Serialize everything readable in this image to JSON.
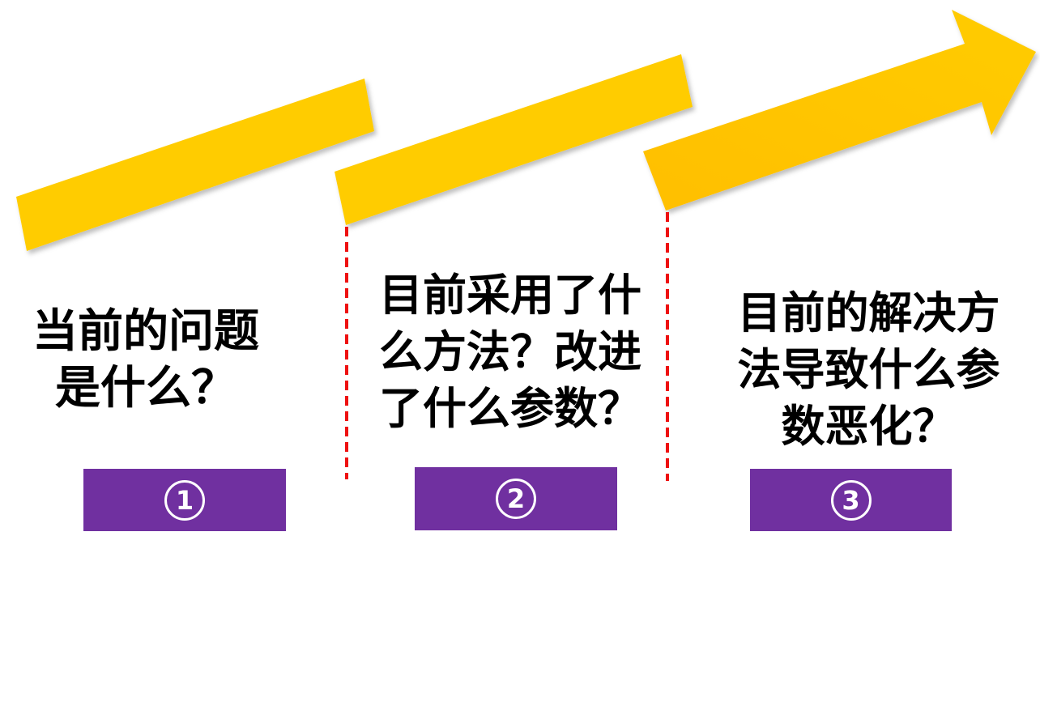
{
  "steps": [
    {
      "question": "当前的问题\n是什么？",
      "number": "1"
    },
    {
      "question": "目前采用了什\n么方法？改进\n了什么参数？",
      "number": "2"
    },
    {
      "question": "目前的解决方\n法导致什么参\n数恶化？",
      "number": "3"
    }
  ],
  "colors": {
    "arrow": "#ffcc00",
    "arrow_gradient_end": "#ffbf00",
    "badge": "#7030a0",
    "divider": "#ee1111",
    "text": "#000000"
  }
}
